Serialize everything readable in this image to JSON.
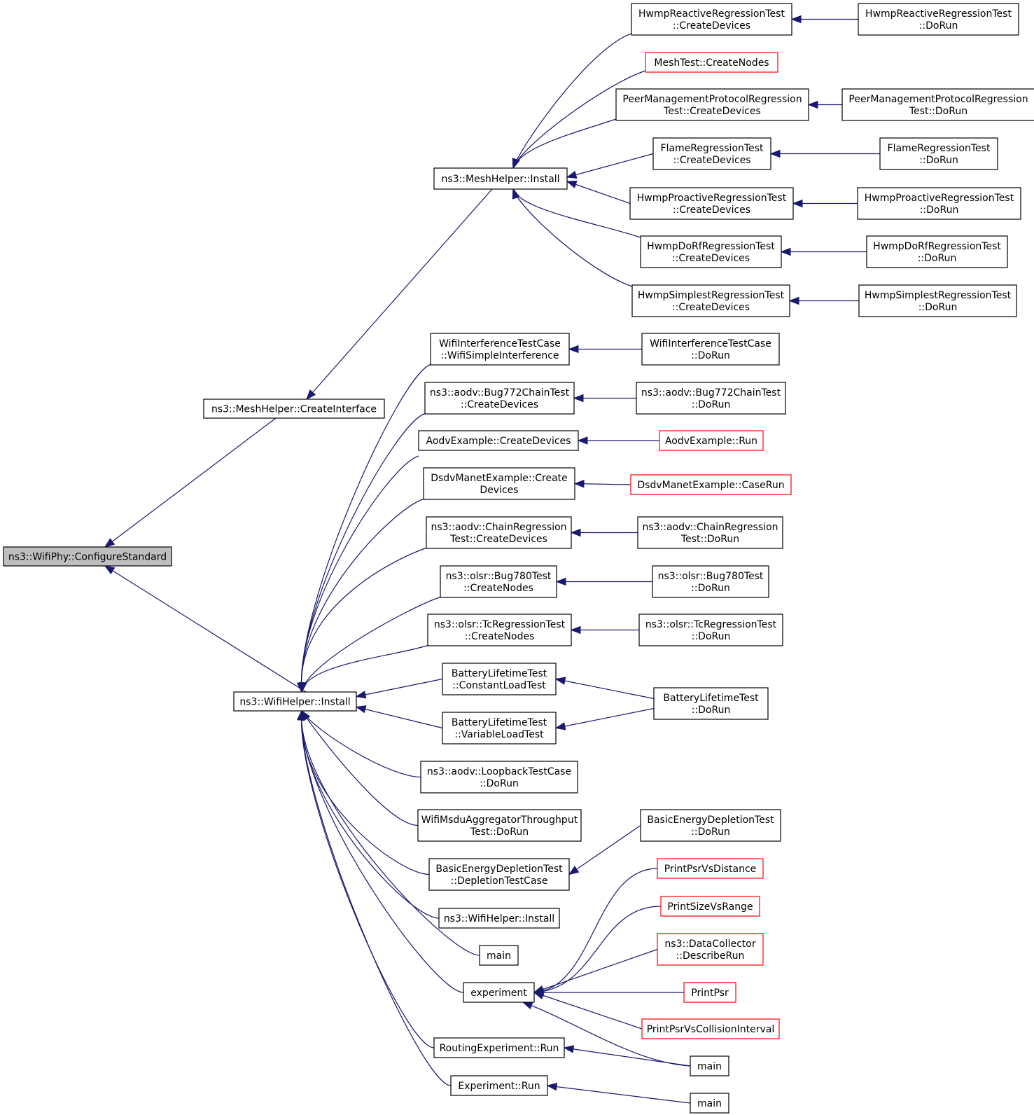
{
  "nodes": {
    "configure_standard": {
      "lines": [
        "ns3::WifiPhy::ConfigureStandard"
      ],
      "style": "root"
    },
    "mesh_create_interface": {
      "lines": [
        "ns3::MeshHelper::CreateInterface"
      ],
      "style": "normal"
    },
    "mesh_install": {
      "lines": [
        "ns3::MeshHelper::Install"
      ],
      "style": "normal"
    },
    "wifi_install": {
      "lines": [
        "ns3::WifiHelper::Install"
      ],
      "style": "normal"
    },
    "hwmp_reactive_create": {
      "lines": [
        "HwmpReactiveRegressionTest",
        "::CreateDevices"
      ],
      "style": "normal"
    },
    "hwmp_reactive_run": {
      "lines": [
        "HwmpReactiveRegressionTest",
        "::DoRun"
      ],
      "style": "normal"
    },
    "mesh_test_create_nodes": {
      "lines": [
        "MeshTest::CreateNodes"
      ],
      "style": "red"
    },
    "peer_mgmt_create": {
      "lines": [
        "PeerManagementProtocolRegression",
        "Test::CreateDevices"
      ],
      "style": "normal"
    },
    "peer_mgmt_run": {
      "lines": [
        "PeerManagementProtocolRegression",
        "Test::DoRun"
      ],
      "style": "normal"
    },
    "flame_create": {
      "lines": [
        "FlameRegressionTest",
        "::CreateDevices"
      ],
      "style": "normal"
    },
    "flame_run": {
      "lines": [
        "FlameRegressionTest",
        "::DoRun"
      ],
      "style": "normal"
    },
    "hwmp_proactive_create": {
      "lines": [
        "HwmpProactiveRegressionTest",
        "::CreateDevices"
      ],
      "style": "normal"
    },
    "hwmp_proactive_run": {
      "lines": [
        "HwmpProactiveRegressionTest",
        "::DoRun"
      ],
      "style": "normal"
    },
    "hwmp_dorf_create": {
      "lines": [
        "HwmpDoRfRegressionTest",
        "::CreateDevices"
      ],
      "style": "normal"
    },
    "hwmp_dorf_run": {
      "lines": [
        "HwmpDoRfRegressionTest",
        "::DoRun"
      ],
      "style": "normal"
    },
    "hwmp_simplest_create": {
      "lines": [
        "HwmpSimplestRegressionTest",
        "::CreateDevices"
      ],
      "style": "normal"
    },
    "hwmp_simplest_run": {
      "lines": [
        "HwmpSimplestRegressionTest",
        "::DoRun"
      ],
      "style": "normal"
    },
    "wifi_interference_simple": {
      "lines": [
        "WifiInterferenceTestCase",
        "::WifiSimpleInterference"
      ],
      "style": "normal"
    },
    "wifi_interference_run": {
      "lines": [
        "WifiInterferenceTestCase",
        "::DoRun"
      ],
      "style": "normal"
    },
    "aodv_bug772_create": {
      "lines": [
        "ns3::aodv::Bug772ChainTest",
        "::CreateDevices"
      ],
      "style": "normal"
    },
    "aodv_bug772_run": {
      "lines": [
        "ns3::aodv::Bug772ChainTest",
        "::DoRun"
      ],
      "style": "normal"
    },
    "aodv_example_create": {
      "lines": [
        "AodvExample::CreateDevices"
      ],
      "style": "normal"
    },
    "aodv_example_run": {
      "lines": [
        "AodvExample::Run"
      ],
      "style": "red"
    },
    "dsdv_create": {
      "lines": [
        "DsdvManetExample::Create",
        "Devices"
      ],
      "style": "normal"
    },
    "dsdv_caserun": {
      "lines": [
        "DsdvManetExample::CaseRun"
      ],
      "style": "red"
    },
    "aodv_chain_create": {
      "lines": [
        "ns3::aodv::ChainRegression",
        "Test::CreateDevices"
      ],
      "style": "normal"
    },
    "aodv_chain_run": {
      "lines": [
        "ns3::aodv::ChainRegression",
        "Test::DoRun"
      ],
      "style": "normal"
    },
    "olsr_bug780_create": {
      "lines": [
        "ns3::olsr::Bug780Test",
        "::CreateNodes"
      ],
      "style": "normal"
    },
    "olsr_bug780_run": {
      "lines": [
        "ns3::olsr::Bug780Test",
        "::DoRun"
      ],
      "style": "normal"
    },
    "olsr_tc_create": {
      "lines": [
        "ns3::olsr::TcRegressionTest",
        "::CreateNodes"
      ],
      "style": "normal"
    },
    "olsr_tc_run": {
      "lines": [
        "ns3::olsr::TcRegressionTest",
        "::DoRun"
      ],
      "style": "normal"
    },
    "battery_constant": {
      "lines": [
        "BatteryLifetimeTest",
        "::ConstantLoadTest"
      ],
      "style": "normal"
    },
    "battery_variable": {
      "lines": [
        "BatteryLifetimeTest",
        "::VariableLoadTest"
      ],
      "style": "normal"
    },
    "battery_run": {
      "lines": [
        "BatteryLifetimeTest",
        "::DoRun"
      ],
      "style": "normal"
    },
    "aodv_loopback_run": {
      "lines": [
        "ns3::aodv::LoopbackTestCase",
        "::DoRun"
      ],
      "style": "normal"
    },
    "msdu_aggregator_run": {
      "lines": [
        "WifiMsduAggregatorThroughput",
        "Test::DoRun"
      ],
      "style": "normal"
    },
    "energy_depletion_case": {
      "lines": [
        "BasicEnergyDepletionTest",
        "::DepletionTestCase"
      ],
      "style": "normal"
    },
    "energy_depletion_run": {
      "lines": [
        "BasicEnergyDepletionTest",
        "::DoRun"
      ],
      "style": "normal"
    },
    "wifi_install_2": {
      "lines": [
        "ns3::WifiHelper::Install"
      ],
      "style": "normal"
    },
    "main_1": {
      "lines": [
        "main"
      ],
      "style": "normal"
    },
    "experiment": {
      "lines": [
        "experiment"
      ],
      "style": "normal"
    },
    "print_psr_vs_distance": {
      "lines": [
        "PrintPsrVsDistance"
      ],
      "style": "red"
    },
    "print_size_vs_range": {
      "lines": [
        "PrintSizeVsRange"
      ],
      "style": "red"
    },
    "data_collector_describe": {
      "lines": [
        "ns3::DataCollector",
        "::DescribeRun"
      ],
      "style": "red"
    },
    "print_psr": {
      "lines": [
        "PrintPsr"
      ],
      "style": "red"
    },
    "print_psr_vs_collision": {
      "lines": [
        "PrintPsrVsCollisionInterval"
      ],
      "style": "red"
    },
    "routing_experiment_run": {
      "lines": [
        "RoutingExperiment::Run"
      ],
      "style": "normal"
    },
    "main_2": {
      "lines": [
        "main"
      ],
      "style": "normal"
    },
    "experiment_run": {
      "lines": [
        "Experiment::Run"
      ],
      "style": "normal"
    },
    "main_3": {
      "lines": [
        "main"
      ],
      "style": "normal"
    }
  },
  "colors": {
    "edge": "#191970",
    "root_fill": "#bfbfbf",
    "red_border": "#ff0000",
    "normal_border": "#000000"
  }
}
